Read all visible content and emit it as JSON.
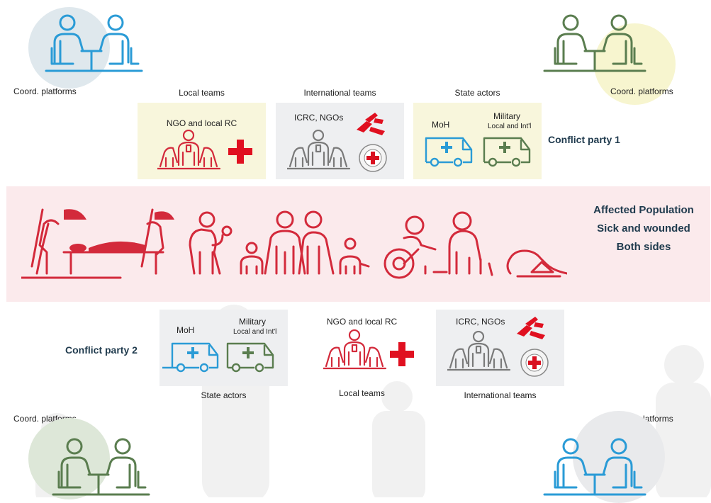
{
  "corners": {
    "top_left_label": "Coord. platforms",
    "top_right_label": "Coord. platforms",
    "bottom_left_label": "Coord. platforms",
    "bottom_right_label": "Coord. platforms"
  },
  "party1": {
    "name": "Conflict party 1",
    "local": {
      "header": "Local teams",
      "panel_title": "NGO and local RC"
    },
    "international": {
      "header": "International teams",
      "panel_title": "ICRC, NGOs"
    },
    "state": {
      "header": "State actors",
      "moh": "MoH",
      "military": "Military",
      "military_sub": "Local and Int'l"
    }
  },
  "population": {
    "line1": "Affected Population",
    "line2": "Sick and wounded",
    "line3": "Both sides"
  },
  "party2": {
    "name": "Conflict party 2",
    "state": {
      "footer": "State actors",
      "moh": "MoH",
      "military": "Military",
      "military_sub": "Local and Int'l"
    },
    "local": {
      "footer": "Local teams",
      "panel_title": "NGO and local RC"
    },
    "international": {
      "footer": "International teams",
      "panel_title": "ICRC, NGOs"
    }
  },
  "colors": {
    "blue": "#2a9bd6",
    "green": "#5a7d4f",
    "red": "#d32a3b",
    "grey": "#8c8c8c",
    "cross_red": "#e01020",
    "panel_yellow": "#f8f6dc",
    "panel_grey": "#eeeff1",
    "band_pink": "#fbeaec"
  },
  "icons": [
    "meeting-icon",
    "team-icon",
    "red-cross-icon",
    "msf-logo-icon",
    "icrc-emblem-icon",
    "ambulance-icon",
    "population-icon"
  ]
}
